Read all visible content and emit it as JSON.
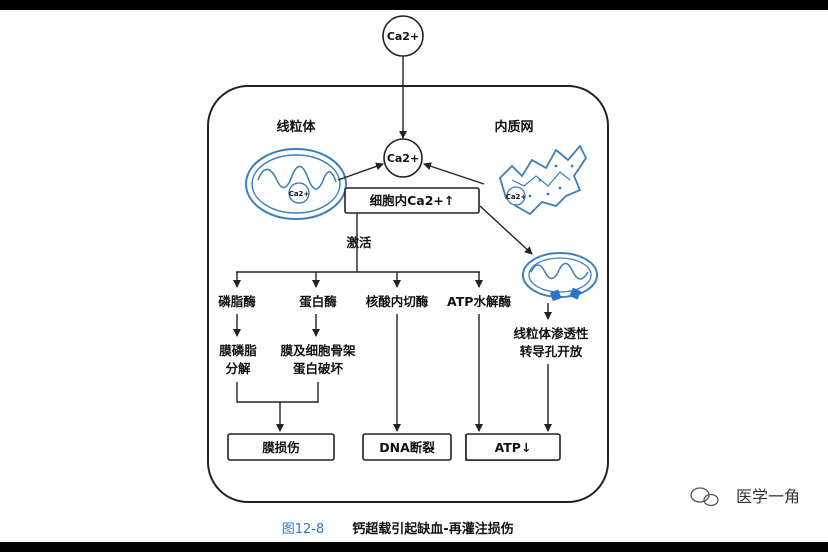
{
  "diagram": {
    "ca_top": "Ca2+",
    "ca_center": "Ca2+",
    "ca_mito": "Ca2+",
    "ca_er": "Ca2+",
    "mitochondria_label": "线粒体",
    "er_label": "内质网",
    "intracellular_ca": "细胞内Ca2+↑",
    "activate": "激活",
    "enzymes": [
      "磷脂酶",
      "蛋白酶",
      "核酸内切酶",
      "ATP水解酶"
    ],
    "effect_phospholipid": [
      "膜磷脂",
      "分解"
    ],
    "effect_protein": [
      "膜及细胞骨架",
      "蛋白破坏"
    ],
    "mptp": [
      "线粒体渗透性",
      "转导孔开放"
    ],
    "outcomes": [
      "膜损伤",
      "DNA断裂",
      "ATP↓"
    ]
  },
  "caption": {
    "figure_no": "图12-8",
    "title": "钙超载引起缺血-再灌注损伤"
  },
  "watermark": "医学一角",
  "colors": {
    "stroke": "#222222",
    "organelle": "#3d7fb8",
    "pore": "#2f73c4",
    "caption_no": "#2f73c4"
  }
}
